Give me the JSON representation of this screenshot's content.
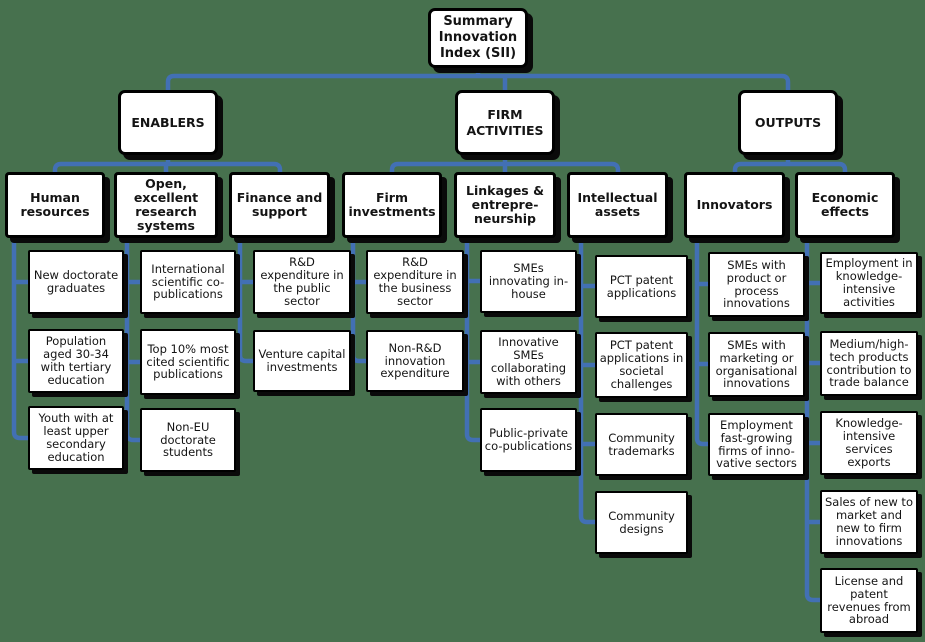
{
  "colors": {
    "background": "#47714E",
    "connector": "#4270B4",
    "box_background": "#FFFFFF",
    "box_border": "#000000",
    "box_shadow": "#0A0A0A",
    "text": "#141414"
  },
  "tree": {
    "root": {
      "label": "Summary Innovation Index (SII)"
    },
    "groups": [
      {
        "label": "ENABLERS",
        "children": [
          {
            "label": "Human resources",
            "items": [
              "New doctorate graduates",
              "Population aged 30-34 with tertiary education",
              "Youth with at least upper secondary education"
            ]
          },
          {
            "label": "Open, excellent research systems",
            "items": [
              "International scientific co-publications",
              "Top 10% most cited scientific publications",
              "Non-EU doctorate students"
            ]
          },
          {
            "label": "Finance and support",
            "items": [
              "R&D expenditure in the public sector",
              "Venture capital investments"
            ]
          }
        ]
      },
      {
        "label": "FIRM ACTIVITIES",
        "children": [
          {
            "label": "Firm investments",
            "items": [
              "R&D expenditure in the business sector",
              "Non-R&D innovation expenditure"
            ]
          },
          {
            "label": "Linkages & entrepre-neurship",
            "items": [
              "SMEs innovating in-house",
              "Innovative SMEs collaborating with others",
              "Public-private co-publications"
            ]
          },
          {
            "label": "Intellectual assets",
            "items": [
              "PCT patent applications",
              "PCT patent applications in societal challenges",
              "Community trademarks",
              "Community designs"
            ]
          }
        ]
      },
      {
        "label": "OUTPUTS",
        "children": [
          {
            "label": "Innovators",
            "items": [
              "SMEs with product or process innovations",
              "SMEs with marketing or organisational innovations",
              "Employment fast-growing firms of inno-vative sectors"
            ]
          },
          {
            "label": "Economic effects",
            "items": [
              "Employment in knowledge-intensive activities",
              "Medium/high-tech products contribution to trade balance",
              "Knowledge-intensive services exports",
              "Sales of new to market and new to firm innovations",
              "License and patent revenues from abroad"
            ]
          }
        ]
      }
    ]
  }
}
